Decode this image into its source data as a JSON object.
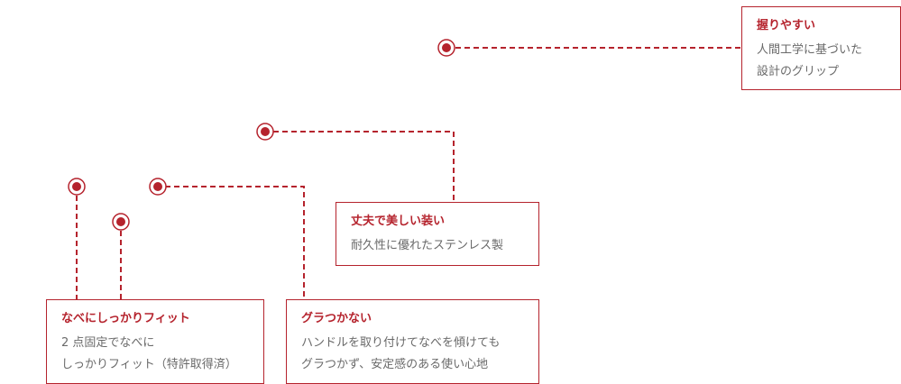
{
  "accent_color": "#b5232d",
  "text_color": "#6a6a6a",
  "callouts": {
    "grip": {
      "title": "握りやすい",
      "lines": [
        "人間工学に基づいた",
        "設計のグリップ"
      ]
    },
    "sturdy": {
      "title": "丈夫で美しい装い",
      "lines": [
        "耐久性に優れたステンレス製"
      ]
    },
    "fit": {
      "title": "なべにしっかりフィット",
      "lines": [
        "2 点固定でなべに",
        "しっかりフィット（特許取得済）"
      ]
    },
    "stable": {
      "title": "グラつかない",
      "lines": [
        "ハンドルを取り付けてなべを傾けても",
        "グラつかず、安定感のある使い心地"
      ]
    }
  }
}
